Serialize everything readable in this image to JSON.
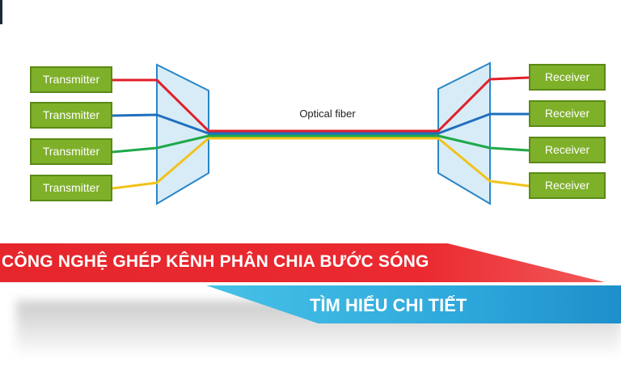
{
  "diagram": {
    "transmitters": [
      "Transmitter",
      "Transmitter",
      "Transmitter",
      "Transmitter"
    ],
    "receivers": [
      "Receiver",
      "Receiver",
      "Receiver",
      "Receiver"
    ],
    "fiber_label": "Optical fiber",
    "channel_colors": [
      "#e0202a",
      "#1f6fbf",
      "#1fa84a",
      "#f2c21a"
    ],
    "mux_color": "#d8ecf7",
    "mux_border": "#2a86c8"
  },
  "banner": {
    "title": "CÔNG NGHỆ GHÉP KÊNH PHÂN CHIA BƯỚC SÓNG",
    "cta": "TÌM HIỂU CHI TIẾT",
    "red": "#e5262c",
    "blue": "#2ea9dc"
  }
}
